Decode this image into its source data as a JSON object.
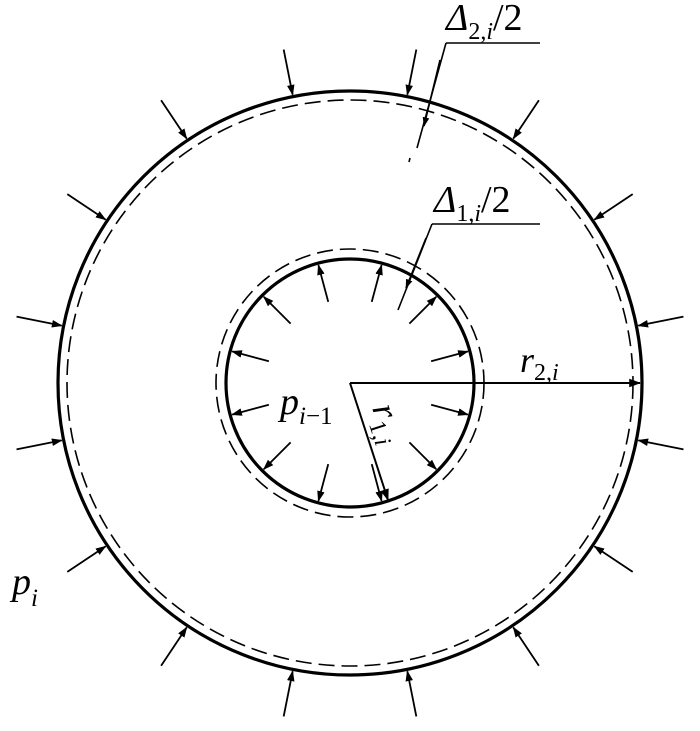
{
  "labels": {
    "delta2": {
      "sym": "Δ",
      "sub": "2,",
      "subi": "i",
      "tail": "/2"
    },
    "delta1": {
      "sym": "Δ",
      "sub": "1,",
      "subi": "i",
      "tail": "/2"
    },
    "r2": {
      "sym": "r",
      "sub": "2,",
      "subi": "i"
    },
    "r1": {
      "sym": "r",
      "sub": "1,",
      "subi": "i"
    },
    "p_inner": {
      "sym": "p",
      "sub": "i",
      "sub2": "−1"
    },
    "p_outer": {
      "sym": "p",
      "sub": "i"
    }
  },
  "style": {
    "stroke": "#000000",
    "background": "#ffffff"
  }
}
